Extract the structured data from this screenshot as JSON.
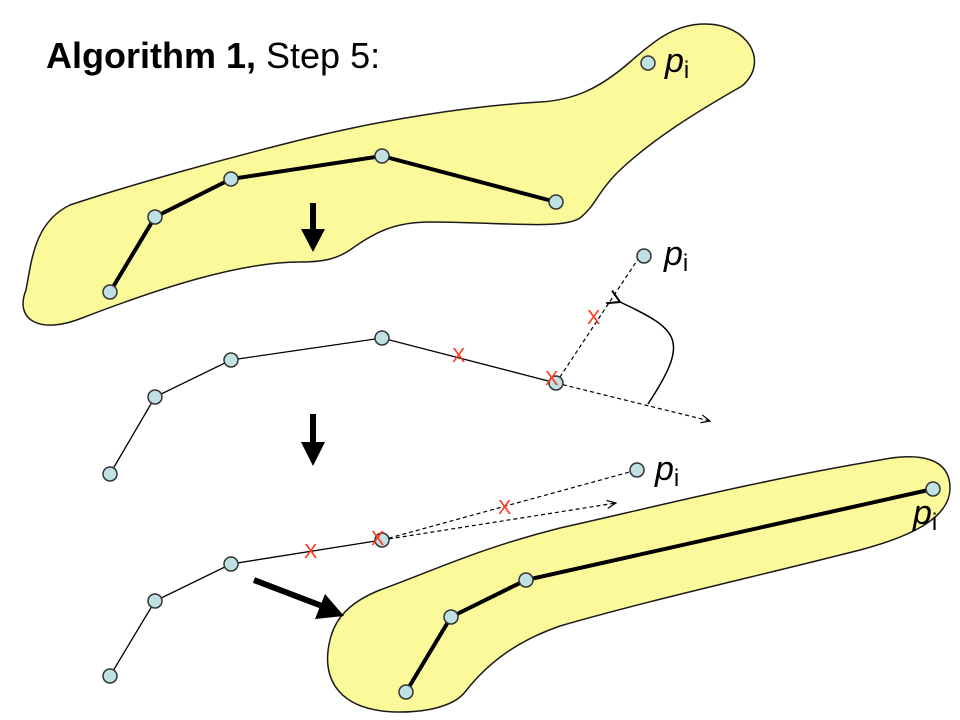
{
  "title": {
    "bold_part": "Algorithm 1,",
    "normal_part": " Step 5:"
  },
  "labels": {
    "point": "p",
    "subscript": "i"
  },
  "marker": "X",
  "colors": {
    "region_fill": "#fcf99a",
    "region_stroke": "#1a1a1a",
    "node_fill": "#bfe1e4",
    "node_stroke": "#333333",
    "marker": "#ff3a1a",
    "line": "#000000"
  }
}
